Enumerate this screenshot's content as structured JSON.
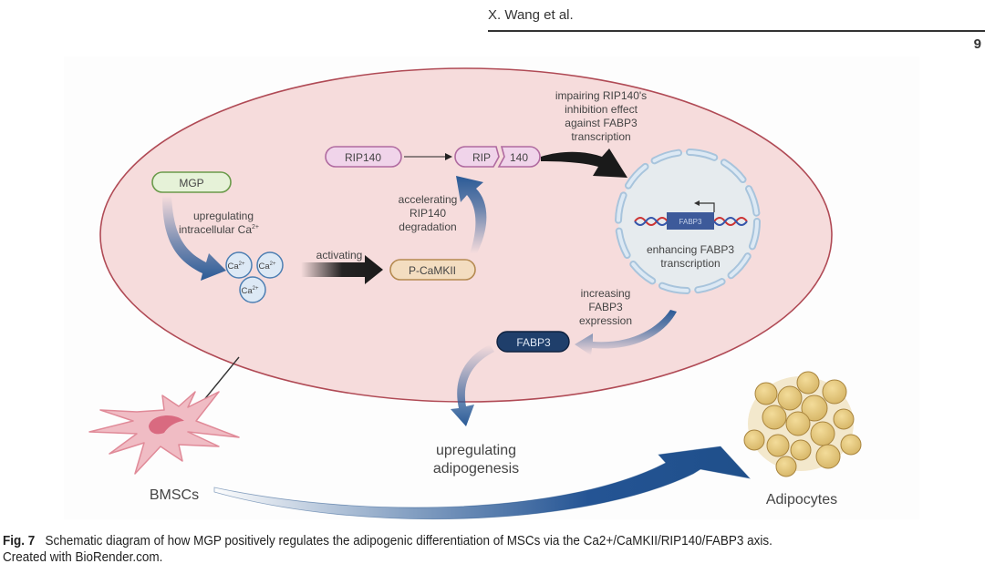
{
  "header": {
    "author": "X. Wang et al.",
    "page_number": "9"
  },
  "figure": {
    "nodes": {
      "mgp": "MGP",
      "rip140": "RIP140",
      "rip140_split_left": "RIP",
      "rip140_split_right": "140",
      "pcamkii": "P-CaMKII",
      "fabp3": "FABP3",
      "fabp3_gene": "FABP3",
      "ca_ion": "Ca",
      "ca_charge": "2+"
    },
    "annotations": {
      "upregulating_ca_line1": "upregulating",
      "upregulating_ca_line2": "intracellular Ca",
      "upregulating_ca_sup": "2+",
      "activating": "activating",
      "accelerating_line1": "accelerating",
      "accelerating_line2": "RIP140",
      "accelerating_line3": "degradation",
      "impairing_line1": "impairing RIP140's",
      "impairing_line2": "inhibition effect",
      "impairing_line3": "against FABP3",
      "impairing_line4": "transcription",
      "enhancing_line1": "enhancing FABP3",
      "enhancing_line2": "transcription",
      "increasing_line1": "increasing",
      "increasing_line2": "FABP3",
      "increasing_line3": "expression",
      "adipogenesis_line1": "upregulating",
      "adipogenesis_line2": "adipogenesis"
    },
    "cells": {
      "bmsc_label": "BMSCs",
      "adipocyte_label": "Adipocytes"
    },
    "colors": {
      "cell_fill": "#f6dcdc",
      "cell_stroke": "#b04a55",
      "arrow_blue": "#2a5a96",
      "arrow_black": "#1a1a1a",
      "mgp_fill": "#e6f2d8",
      "mgp_stroke": "#6a9a4a",
      "rip_fill": "#f0d4ea",
      "rip_stroke": "#b06aa0",
      "camkii_fill": "#f3ddc0",
      "camkii_stroke": "#b58a50",
      "fabp3_fill": "#1f3f6b",
      "nucleus_fill": "#e6ebee",
      "nucleus_stroke": "#a8c4dc"
    }
  },
  "caption": {
    "label": "Fig. 7",
    "text": "Schematic diagram of how MGP positively regulates the adipogenic differentiation of MSCs via the Ca2+/CaMKII/RIP140/FABP3 axis.",
    "credit": "Created with BioRender.com."
  }
}
